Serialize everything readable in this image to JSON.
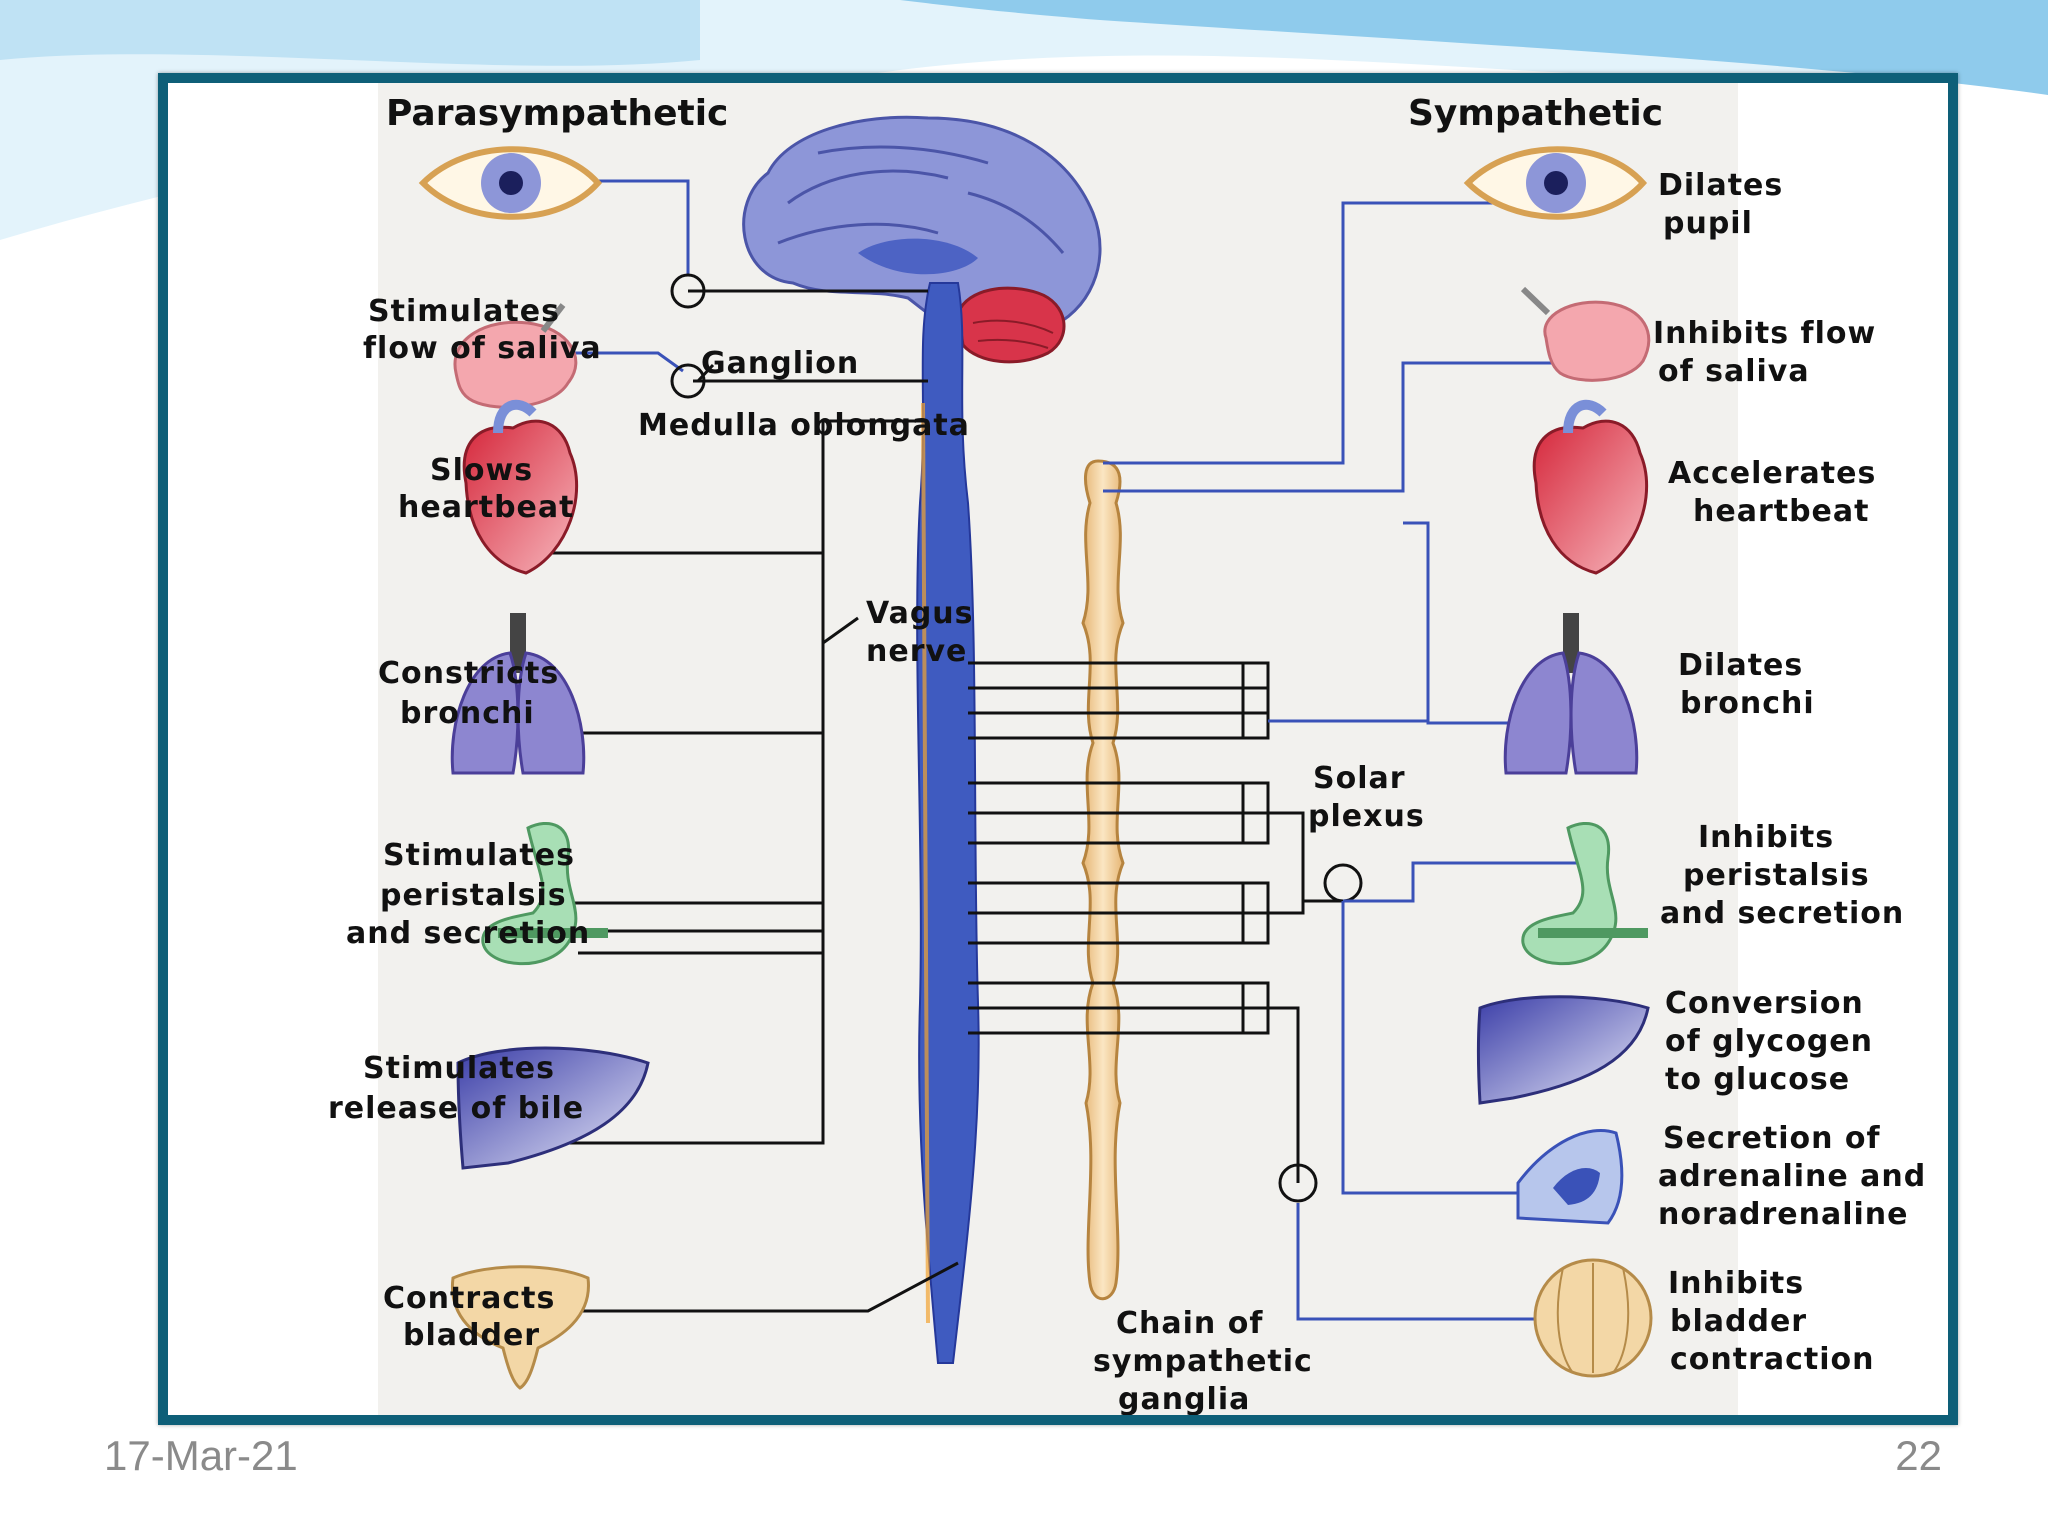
{
  "slide": {
    "date": "17-Mar-21",
    "page_number": "22",
    "colors": {
      "frame": "#0e5f78",
      "wave_light": "#cfe9f7",
      "wave_dark": "#7fc3e8"
    }
  },
  "diagram": {
    "parasympathetic_title": "Parasympathetic",
    "sympathetic_title": "Sympathetic",
    "parasympathetic_effects": [
      {
        "organ": "eye",
        "lines": []
      },
      {
        "organ": "salivary-gland",
        "lines": [
          "Stimulates",
          "flow of saliva"
        ]
      },
      {
        "organ": "heart",
        "lines": [
          "Slows",
          "heartbeat"
        ]
      },
      {
        "organ": "lungs",
        "lines": [
          "Constricts",
          "bronchi"
        ]
      },
      {
        "organ": "stomach",
        "lines": [
          "Stimulates",
          "peristalsis",
          "and secretion"
        ]
      },
      {
        "organ": "liver",
        "lines": [
          "Stimulates",
          "release of bile"
        ]
      },
      {
        "organ": "bladder",
        "lines": [
          "Contracts",
          "bladder"
        ]
      }
    ],
    "sympathetic_effects": [
      {
        "organ": "eye",
        "lines": [
          "Dilates",
          "pupil"
        ]
      },
      {
        "organ": "salivary-gland",
        "lines": [
          "Inhibits flow",
          "of saliva"
        ]
      },
      {
        "organ": "heart",
        "lines": [
          "Accelerates",
          "heartbeat"
        ]
      },
      {
        "organ": "lungs",
        "lines": [
          "Dilates",
          "bronchi"
        ]
      },
      {
        "organ": "stomach",
        "lines": [
          "Inhibits",
          "peristalsis",
          "and secretion"
        ]
      },
      {
        "organ": "liver",
        "lines": [
          "Conversion",
          "of glycogen",
          "to glucose"
        ]
      },
      {
        "organ": "adrenal-gland",
        "lines": [
          "Secretion of",
          "adrenaline and",
          "noradrenaline"
        ]
      },
      {
        "organ": "bladder",
        "lines": [
          "Inhibits",
          "bladder",
          "contraction"
        ]
      }
    ],
    "structure_labels": {
      "ganglion": "Ganglion",
      "medulla": "Medulla oblongata",
      "vagus": [
        "Vagus",
        "nerve"
      ],
      "solar_plexus": [
        "Solar",
        "plexus"
      ],
      "chain": [
        "Chain of",
        "sympathetic",
        "ganglia"
      ]
    }
  }
}
